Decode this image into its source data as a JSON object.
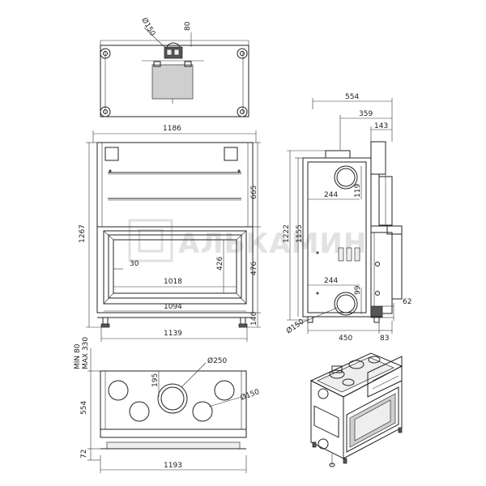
{
  "watermark": "АЛЬКАМИН",
  "top_view": {
    "dims": {
      "flue_diameter": "Ø150",
      "offset": "80"
    }
  },
  "front_view": {
    "dims": {
      "width_top": "1186",
      "height_total": "1267",
      "upper_height": "665",
      "glass_height": "426",
      "firebox_height": "476",
      "inner_offset": "30",
      "glass_width": "1018",
      "opening_width": "1094",
      "base_height": "146",
      "width_bottom": "1139"
    }
  },
  "side_view": {
    "dims": {
      "depth_total": "554",
      "depth_359": "359",
      "depth_143": "143",
      "height_1222": "1222",
      "height_1155": "1155",
      "spacing_119": "119",
      "spacing_244_top": "244",
      "spacing_244_bottom": "244",
      "spacing_99": "99",
      "spacing_62": "62",
      "flue_diameter": "Ø150",
      "base_450": "450",
      "base_83": "83"
    }
  },
  "bottom_view": {
    "dims": {
      "min": "MIN 80",
      "max": "MAX 330",
      "diameter_250": "Ø250",
      "offset_195": "195",
      "diameter_150": "Ø150",
      "depth_554": "554",
      "offset_72": "72",
      "width_1193": "1193"
    }
  }
}
